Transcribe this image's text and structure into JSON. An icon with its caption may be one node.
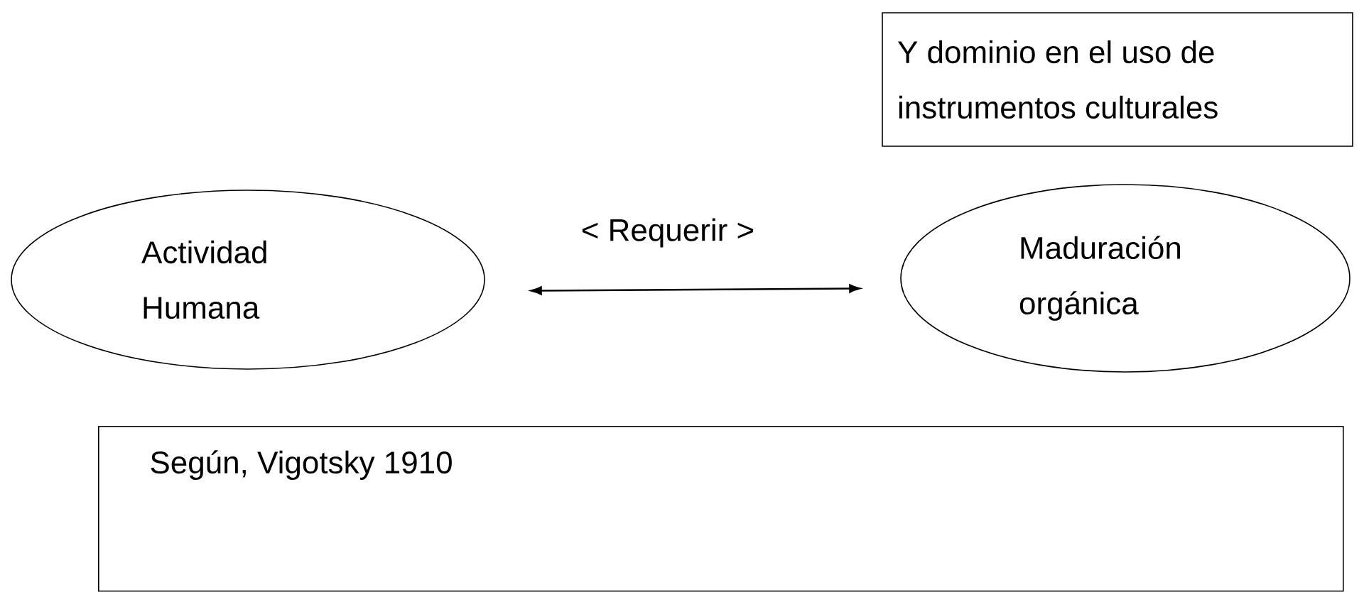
{
  "diagram": {
    "nodes": [
      {
        "text": [
          "Actividad Humana"
        ]
      },
      {
        "text": [
          "Maduración orgánica"
        ]
      },
      {
        "text": [
          "Y dominio en el uso de instrumentos culturales"
        ]
      },
      {
        "text": [
          "Según, Vigotsky 1910"
        ]
      }
    ],
    "edges": [
      {
        "from": 0,
        "to": 1,
        "arrow": "both",
        "label": "< Requerir >"
      }
    ]
  }
}
